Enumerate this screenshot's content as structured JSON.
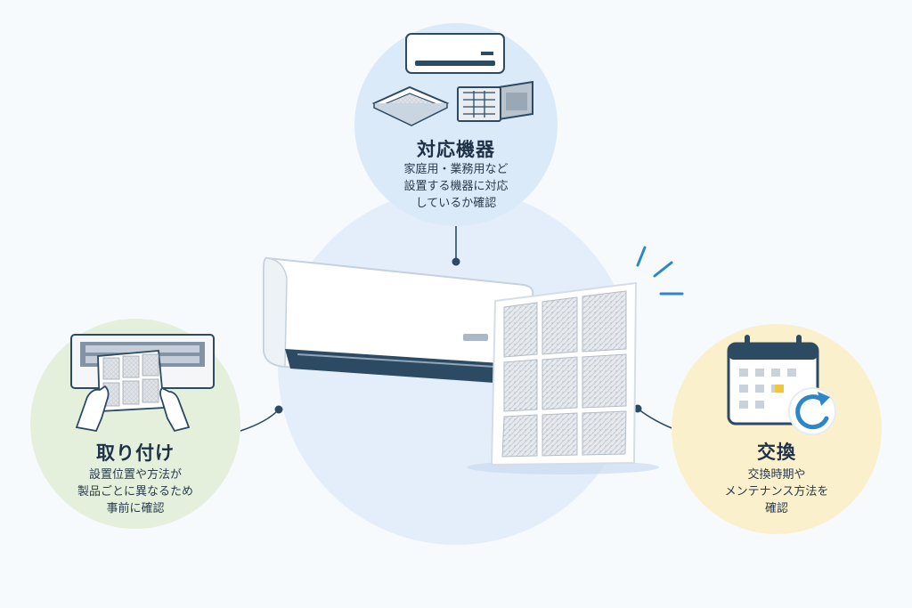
{
  "colors": {
    "background": "#f7fafd",
    "center_circle": "#e3eefa",
    "top_circle": "#dbeaf8",
    "left_circle": "#e4f0dc",
    "right_circle": "#fbf0cc",
    "connector": "#2d4a63",
    "accent_blue": "#2f86c7",
    "accent_yellow": "#f2c443"
  },
  "nodes": {
    "top": {
      "title": "対応機器",
      "lines": [
        "家庭用・業務用など",
        "設置する機器に対応",
        "しているか確認"
      ],
      "icons": [
        "wall-ac-icon",
        "ceiling-cassette-ac-icon",
        "outdoor-unit-icon"
      ]
    },
    "left": {
      "title": "取り付け",
      "lines": [
        "設置位置や方法が",
        "製品ごとに異なるため",
        "事前に確認"
      ],
      "icons": [
        "hands-installing-filter-icon"
      ]
    },
    "right": {
      "title": "交換",
      "lines": [
        "交換時期や",
        "メンテナンス方法を",
        "確認"
      ],
      "icons": [
        "calendar-refresh-icon"
      ]
    }
  },
  "center": {
    "icons": [
      "air-conditioner-icon",
      "air-filter-icon"
    ]
  }
}
